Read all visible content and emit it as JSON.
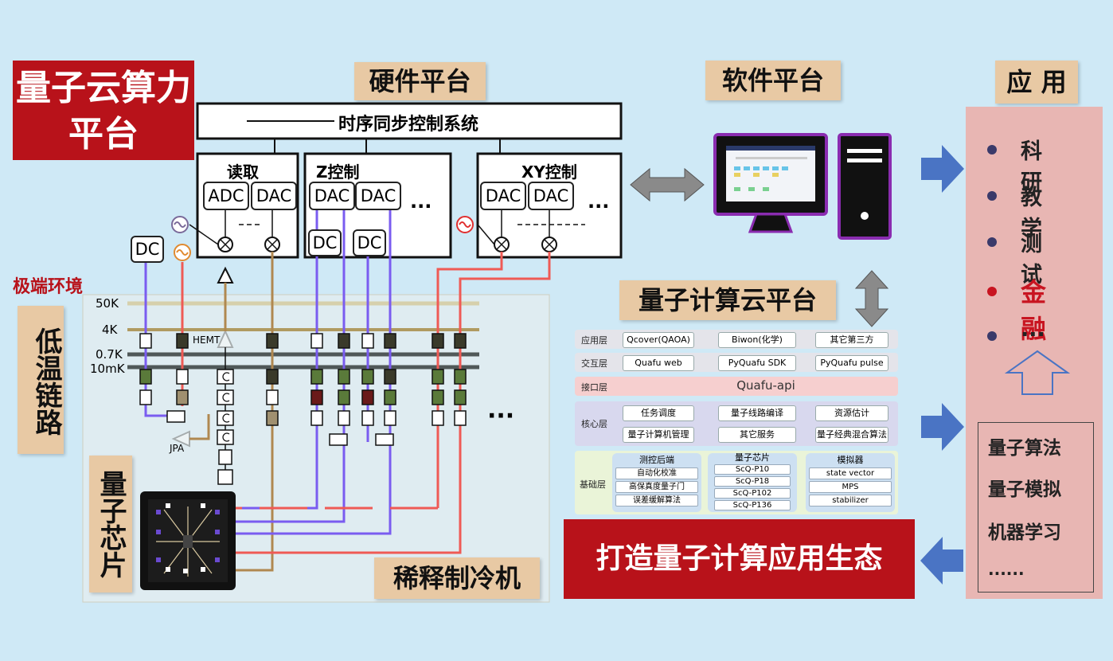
{
  "titles": {
    "main": "量子云算力平台",
    "hardware": "硬件平台",
    "software": "软件平台",
    "application": "应 用",
    "cloud": "量子计算云平台",
    "extreme": "极端环境",
    "cryo_link": "低温链路",
    "chip": "量子芯片",
    "fridge": "稀释制冷机",
    "ecosystem": "打造量子计算应用生态"
  },
  "hardware": {
    "sync": "时序同步控制系统",
    "readout": "读取",
    "zctrl": "Z控制",
    "xyctrl": "XY控制",
    "adc": "ADC",
    "dac": "DAC",
    "dc": "DC",
    "ellipsis": "···",
    "hemt": "HEMT",
    "jpa": "JPA",
    "temps": [
      "50K",
      "4K",
      "0.7K",
      "10mK"
    ]
  },
  "apps": {
    "items": [
      "科研",
      "教学",
      "测试",
      "金融",
      "..."
    ],
    "highlight_index": 3,
    "more": [
      "量子算法",
      "量子模拟",
      "机器学习",
      "......"
    ]
  },
  "cloud": {
    "layers": [
      {
        "name": "应用层",
        "items": [
          "Qcover(QAOA)",
          "Biwon(化学)",
          "其它第三方"
        ]
      },
      {
        "name": "交互层",
        "items": [
          "Quafu web",
          "PyQuafu SDK",
          "PyQuafu pulse"
        ]
      },
      {
        "name": "接口层",
        "items": [
          "Quafu-api"
        ]
      },
      {
        "name": "核心层",
        "items": [
          "任务调度",
          "量子线路编译",
          "资源估计",
          "量子计算机管理",
          "其它服务",
          "量子经典混合算法"
        ]
      }
    ],
    "base": {
      "name": "基础层",
      "groups": [
        {
          "title": "测控后端",
          "items": [
            "自动化校准",
            "高保真度量子门",
            "误差缓解算法"
          ]
        },
        {
          "title": "量子芯片",
          "items": [
            "ScQ-P10",
            "ScQ-P18",
            "ScQ-P102",
            "ScQ-P136"
          ]
        },
        {
          "title": "模拟器",
          "items": [
            "state vector",
            "MPS",
            "stabilizer"
          ]
        }
      ]
    }
  },
  "colors": {
    "red": "#b8121a",
    "tan": "#e8c9a4",
    "blue_arrow": "#4a74c4",
    "purple_line": "#7a5cf0",
    "red_line": "#ef5a55",
    "brown_line": "#b08850",
    "app_panel": "#e8b6b3"
  }
}
